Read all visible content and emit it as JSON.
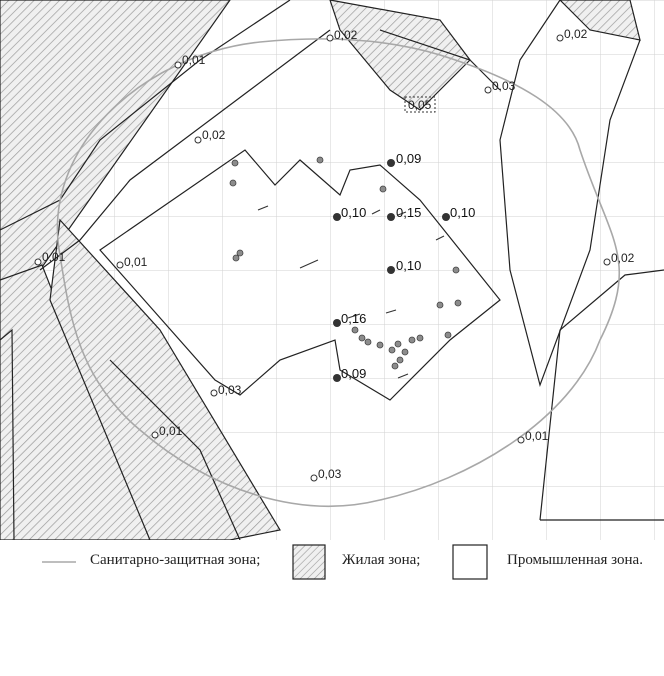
{
  "colors": {
    "grid": "#d2d2d2",
    "hatch": "#9a9a9a",
    "zone_outline": "#222222",
    "szz_line": "#a8a8a8",
    "point_dark": "#333333",
    "point_grey": "#8c8c8c"
  },
  "labels": {
    "v002_top": "0,02",
    "v001_top": "0,01",
    "v002_right_top": "0,02",
    "v003_top": "0,03",
    "v005_box": "0,05",
    "v002_left": "0,02",
    "v009_top": "0,09",
    "v010_mid": "0,10",
    "v015": "0,15",
    "v010_right": "0,10",
    "v001_left_a": "0,01",
    "v001_left_b": "0,01",
    "v010_center": "0,10",
    "v002_right": "0,02",
    "v016": "0,16",
    "v009_bottom": "0,09",
    "v003_left": "0,03",
    "v001_bottom_left": "0,01",
    "v001_bottom_right": "0,01",
    "v003_bottom": "0,03"
  },
  "legend": {
    "szz_label": "Санитарно-защитная зона;",
    "residential_label": "Жилая зона;",
    "industrial_label": "Промышленная зона."
  }
}
